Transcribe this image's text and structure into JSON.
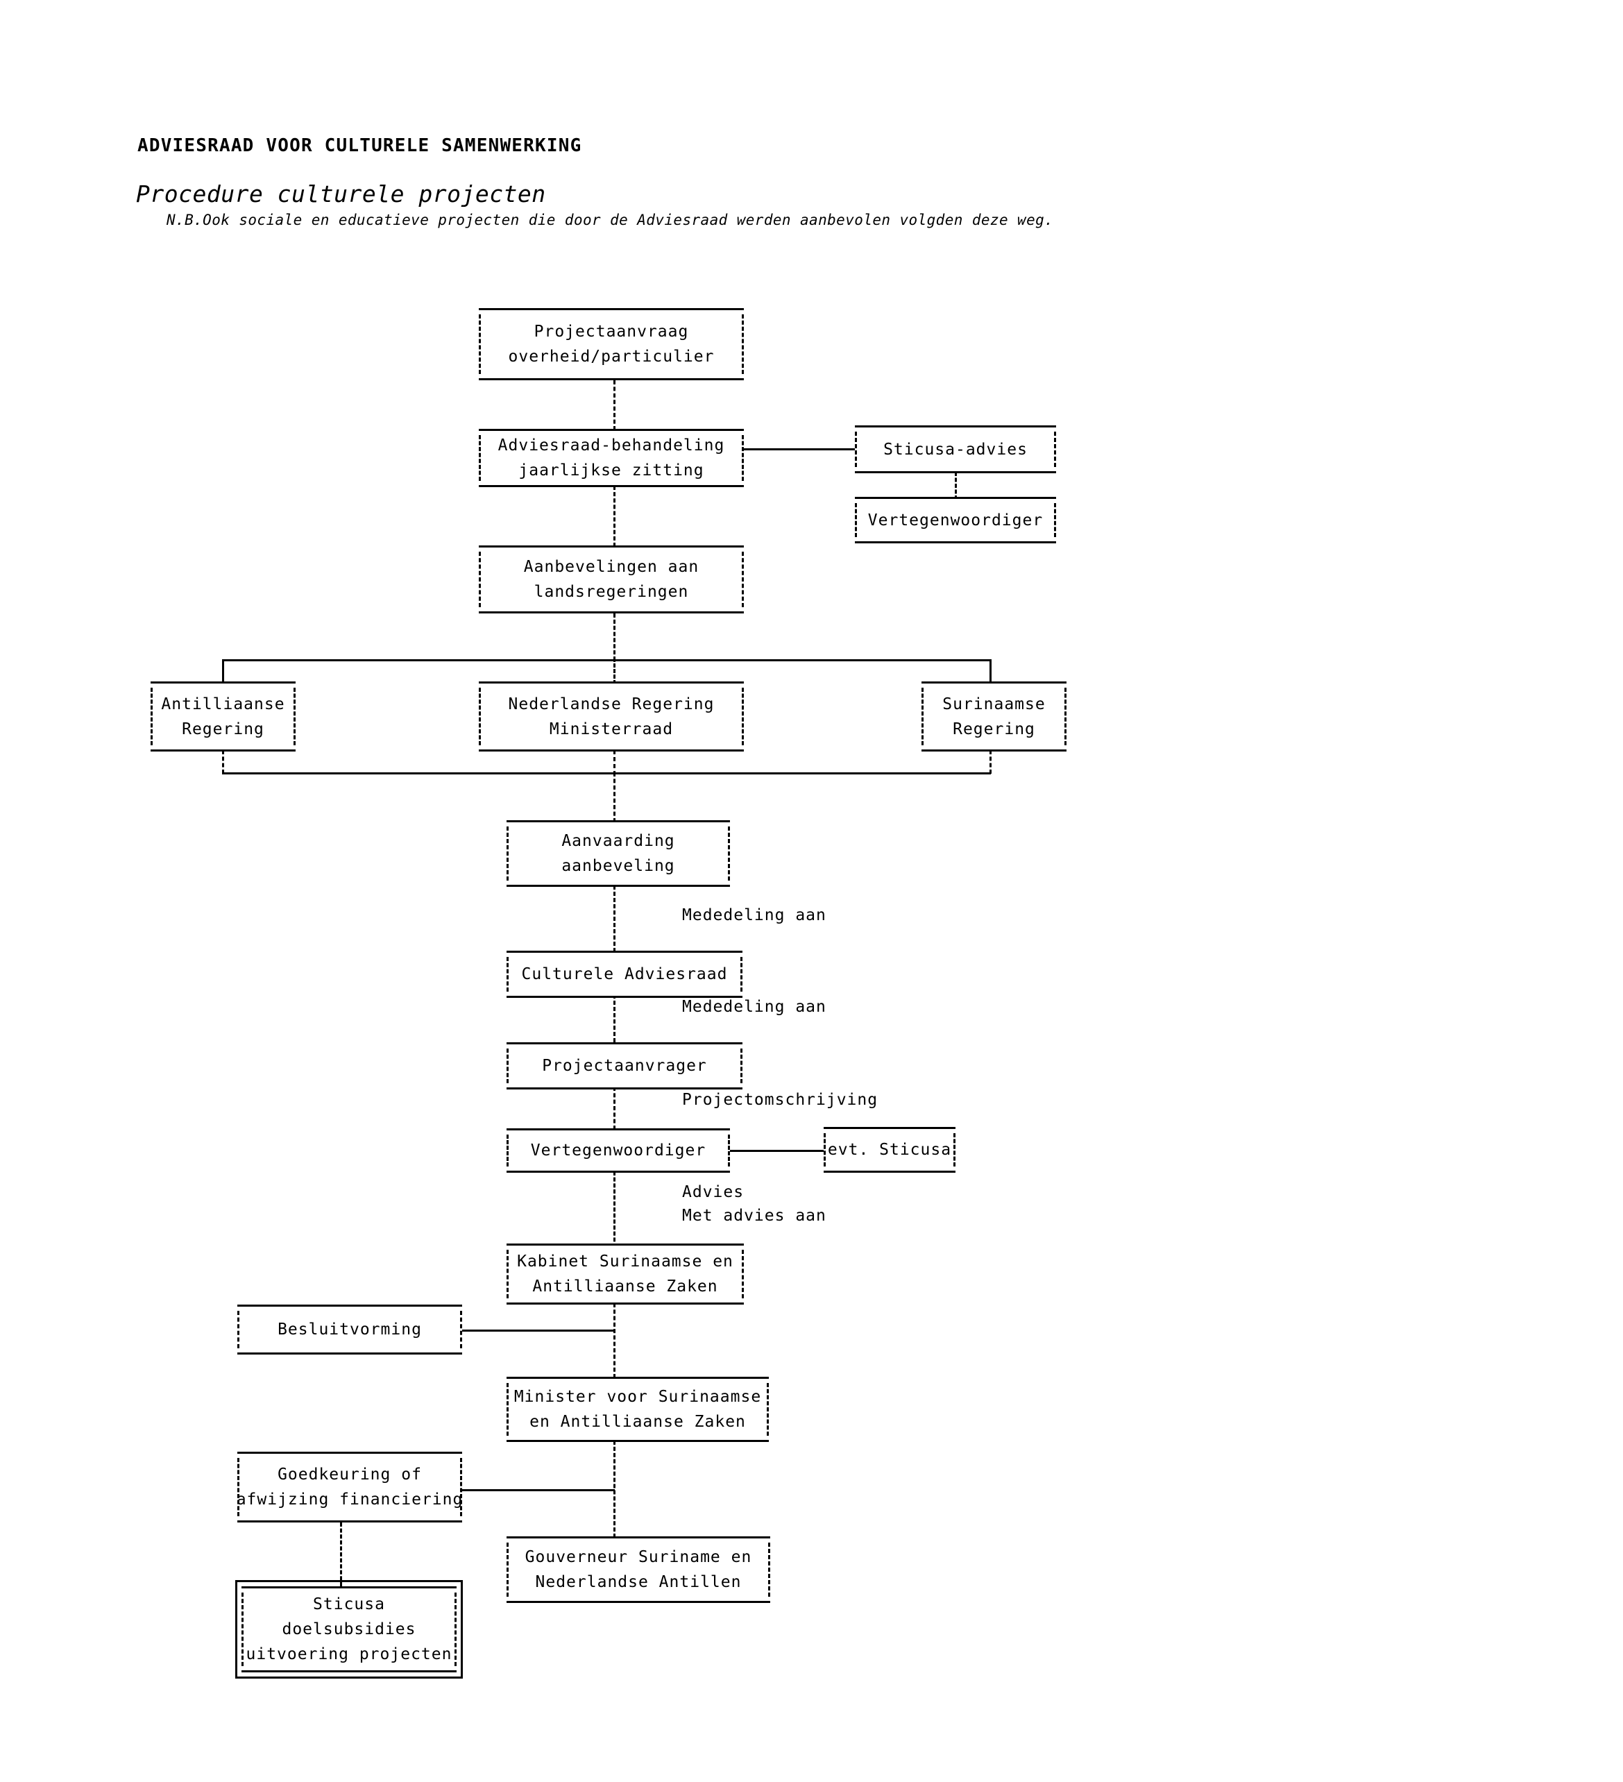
{
  "header": {
    "title": "ADVIESRAAD VOOR CULTURELE SAMENWERKING",
    "subtitle": "Procedure culturele projecten",
    "note": "N.B.Ook sociale en educatieve projecten die door de Adviesraad werden aanbevolen volgden deze weg."
  },
  "colors": {
    "ink": "#000000",
    "paper": "#ffffff"
  },
  "nodes": {
    "projectaanvraag": {
      "line1": "Projectaanvraag",
      "line2": "overheid/particulier"
    },
    "adviesraad_behandeling": {
      "line1": "Adviesraad-behandeling",
      "line2": "jaarlijkse zitting"
    },
    "sticusa_advies": {
      "line1": "Sticusa-advies"
    },
    "vertegenwoordiger_top": {
      "line1": "Vertegenwoordiger"
    },
    "aanbevelingen": {
      "line1": "Aanbevelingen aan",
      "line2": "landsregeringen"
    },
    "antilliaanse_regering": {
      "line1": "Antilliaanse",
      "line2": "Regering"
    },
    "nederlandse_regering": {
      "line1": "Nederlandse Regering",
      "line2": "Ministerraad"
    },
    "surinaamse_regering": {
      "line1": "Surinaamse",
      "line2": "Regering"
    },
    "aanvaarding": {
      "line1": "Aanvaarding",
      "line2": "aanbeveling"
    },
    "culturele_adviesraad": {
      "line1": "Culturele Adviesraad"
    },
    "projectaanvrager": {
      "line1": "Projectaanvrager"
    },
    "vertegenwoordiger_mid": {
      "line1": "Vertegenwoordiger"
    },
    "evt_sticusa": {
      "line1": "evt. Sticusa"
    },
    "kabinet": {
      "line1": "Kabinet Surinaamse en",
      "line2": "Antilliaanse Zaken"
    },
    "besluitvorming": {
      "line1": "Besluitvorming"
    },
    "minister": {
      "line1": "Minister voor Surinaamse",
      "line2": "en Antilliaanse Zaken"
    },
    "goedkeuring": {
      "line1": "Goedkeuring of",
      "line2": "afwijzing financiering"
    },
    "gouverneur": {
      "line1": "Gouverneur Suriname en",
      "line2": "Nederlandse Antillen"
    },
    "sticusa_doelsubsidies": {
      "line1": "Sticusa",
      "line2": "doelsubsidies",
      "line3": "uitvoering projecten"
    }
  },
  "edge_labels": {
    "mededeling_1": "Mededeling aan",
    "mededeling_2": "Mededeling aan",
    "projectomschrijving": "Projectomschrijving",
    "advies": "Advies",
    "met_advies_aan": "Met advies aan"
  }
}
